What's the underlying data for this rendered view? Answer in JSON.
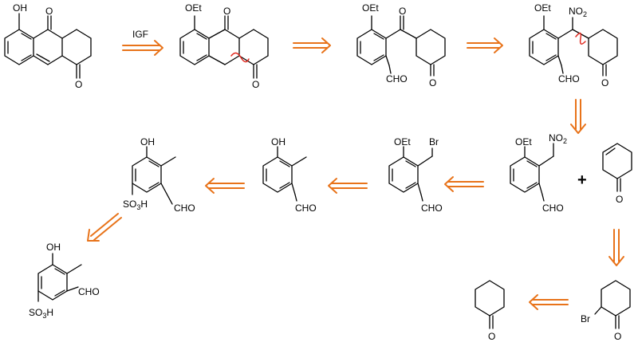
{
  "scheme": {
    "colors": {
      "arrow": "#e8731a",
      "disconnection": "#e0281e",
      "bond": "#000000"
    },
    "arrows": [
      {
        "id": "a1",
        "type": "retrosynthetic",
        "label": "IGF"
      },
      {
        "id": "a2",
        "type": "retrosynthetic"
      },
      {
        "id": "a3",
        "type": "retrosynthetic"
      },
      {
        "id": "a4",
        "type": "retrosynthetic"
      },
      {
        "id": "a5",
        "type": "retrosynthetic"
      },
      {
        "id": "a6",
        "type": "retrosynthetic"
      },
      {
        "id": "a7",
        "type": "retrosynthetic"
      },
      {
        "id": "a8",
        "type": "retrosynthetic"
      },
      {
        "id": "a9",
        "type": "retrosynthetic"
      },
      {
        "id": "a10",
        "type": "retrosynthetic"
      }
    ],
    "plus": "+",
    "labels": {
      "oh": "OH",
      "o": "O",
      "oet": "OEt",
      "cho": "CHO",
      "no": "NO",
      "two": "2",
      "three": "3",
      "br": "Br",
      "so": "SO",
      "h": "H"
    }
  }
}
